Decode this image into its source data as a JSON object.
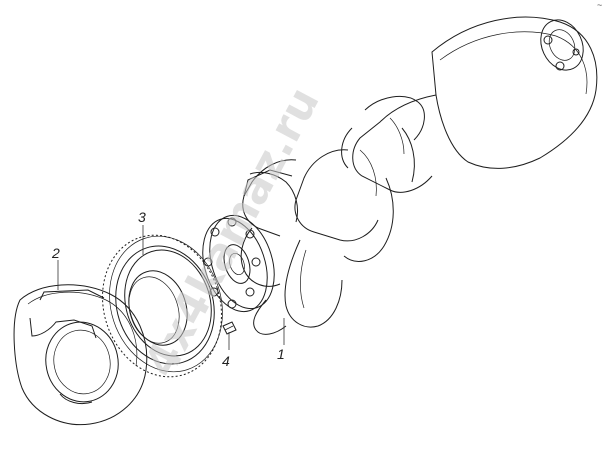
{
  "diagram": {
    "callouts": [
      {
        "id": "1",
        "label": "1"
      },
      {
        "id": "2",
        "label": "2"
      },
      {
        "id": "3",
        "label": "3"
      },
      {
        "id": "4",
        "label": "4"
      }
    ],
    "watermark": "4x4kamaz.ru",
    "corner_mark": "~",
    "colors": {
      "line": "#1e1e1e",
      "background": "#ffffff",
      "watermark": "#c8c8c8"
    }
  }
}
